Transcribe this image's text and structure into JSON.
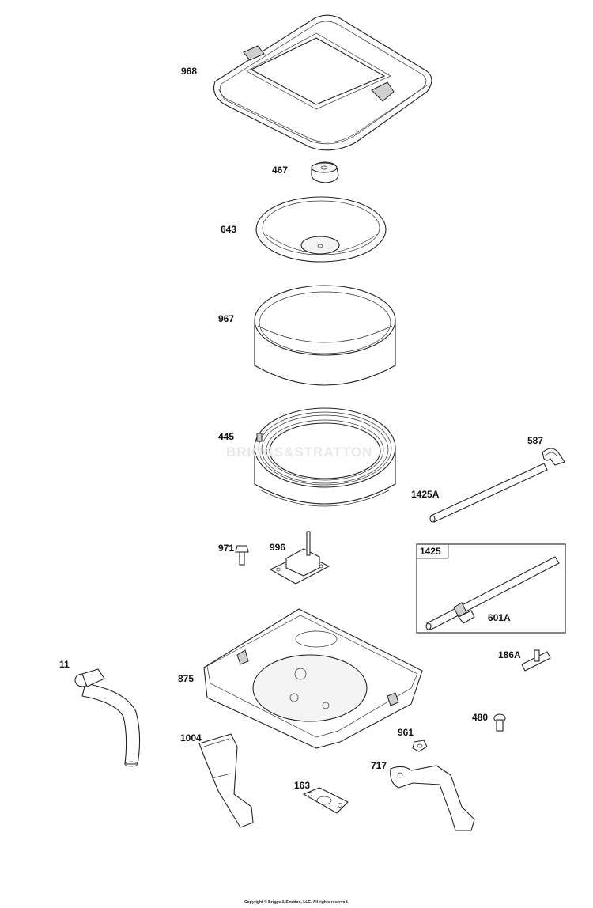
{
  "parts": {
    "968": "968",
    "467": "467",
    "643": "643",
    "967": "967",
    "445": "445",
    "587": "587",
    "1425A": "1425A",
    "971": "971",
    "996": "996",
    "1425": "1425",
    "601A": "601A",
    "186A": "186A",
    "11": "11",
    "875": "875",
    "480": "480",
    "961": "961",
    "1004": "1004",
    "717": "717",
    "163": "163"
  },
  "watermark": "BRIGGS&STRATTON",
  "copyright": "Copyright © Briggs & Stratton, LLC. All rights reserved.",
  "colors": {
    "line": "#222222",
    "watermark": "#e8e8e8",
    "background": "#ffffff"
  }
}
